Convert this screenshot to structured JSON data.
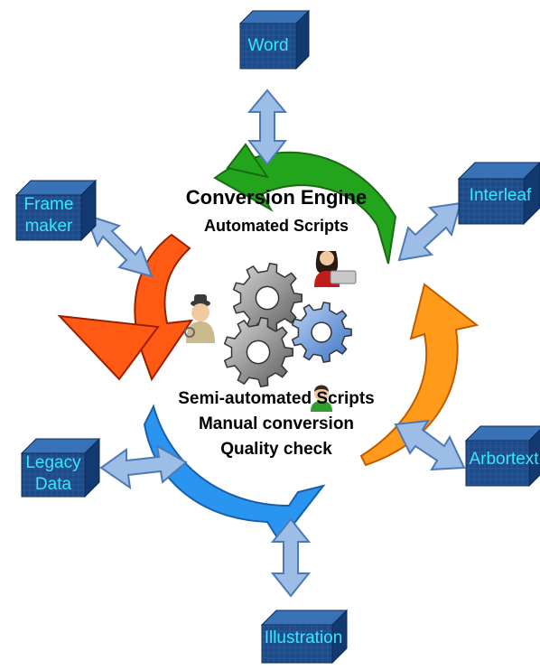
{
  "center": {
    "title": "Conversion Engine",
    "subtitle": "Automated Scripts",
    "lines": [
      "Semi-automated Scripts",
      "Manual conversion",
      "Quality check"
    ]
  },
  "nodes": {
    "word": {
      "label": [
        "Word"
      ]
    },
    "interleaf": {
      "label": [
        "Interleaf"
      ]
    },
    "framemaker": {
      "label": [
        "Frame",
        "maker"
      ]
    },
    "legacy": {
      "label": [
        "Legacy",
        "Data"
      ]
    },
    "arbortext": {
      "label": [
        "Arbortext"
      ]
    },
    "illustration": {
      "label": [
        "Illustration"
      ]
    }
  },
  "colors": {
    "cube_front": "#1c4b8c",
    "cube_top": "#3a72b8",
    "cube_side": "#123a70",
    "label": "#39e6ff",
    "arrow_fill": "#9bbde6",
    "arrow_stroke": "#4f79b5",
    "green": "#22a51c",
    "red": "#ff5a14",
    "blue": "#2a95f0",
    "orange": "#ff9a1a"
  }
}
